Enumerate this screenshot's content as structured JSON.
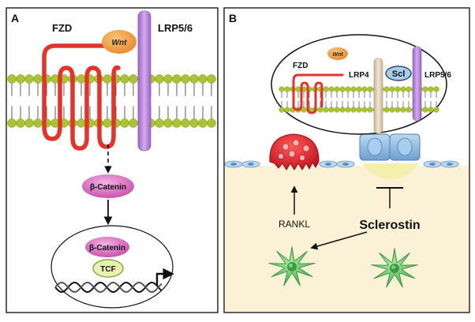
{
  "panel_a": {
    "letter": "A",
    "fzd_label": "FZD",
    "wnt_label": "Wnt",
    "lrp_label": "LRP5/6",
    "beta_catenin_label": "β-Catenin",
    "nuclear_beta_catenin_label": "β-Catenin",
    "tcf_label": "TCF"
  },
  "panel_b": {
    "letter": "B",
    "inset_fzd_label": "FZD",
    "inset_wnt_label": "Wnt",
    "inset_lrp4_label": "LRP4",
    "inset_scl_label": "Scl",
    "inset_lrp56_label": "LRP5/6",
    "rankl_label": "RANKL",
    "sclerostin_label": "Sclerostin"
  },
  "colors": {
    "frame": "#2a2a2a",
    "membrane_head": "#a8c435",
    "receptor_red": "#e4332b",
    "lrp_purple": "#b986d6",
    "wnt_orange": "#f1a14b",
    "catenin_pink": "#e07ac4",
    "tcf_yellow": "#e9f0b0",
    "osteoclast_red": "#e01f2a",
    "osteocyte_green": "#6ec96e",
    "bone_matrix": "#faf1d6",
    "lining_cell_blue": "#7aaedb"
  }
}
